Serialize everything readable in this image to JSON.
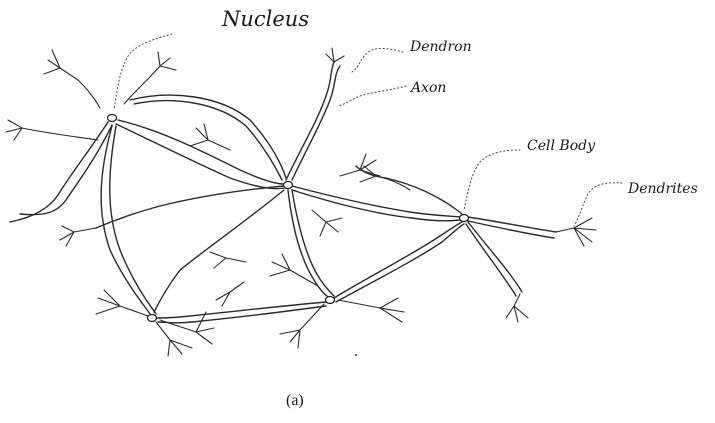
{
  "figure": {
    "labels": {
      "nucleus": "Nucleus",
      "dendron": "Dendron",
      "axon": "Axon",
      "cell_body": "Cell Body",
      "dendrites": "Dendrites"
    },
    "caption": "(a)"
  }
}
